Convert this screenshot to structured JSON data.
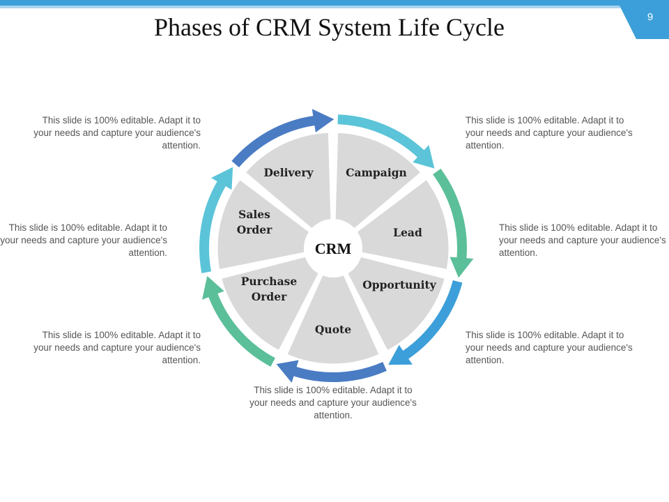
{
  "slide": {
    "title": "Phases of CRM System Life Cycle",
    "page_number": "9",
    "accent_color": "#3d9fd9"
  },
  "diagram": {
    "center_label": "CRM",
    "segment_fill": "#d9d9d9",
    "segments": [
      {
        "id": "campaign",
        "lines": [
          "Campaign"
        ],
        "arrow_color": "#5bc4d8"
      },
      {
        "id": "lead",
        "lines": [
          "Lead"
        ],
        "arrow_color": "#5bbf9a"
      },
      {
        "id": "opportunity",
        "lines": [
          "Opportunity"
        ],
        "arrow_color": "#3d9fd9"
      },
      {
        "id": "quote",
        "lines": [
          "Quote"
        ],
        "arrow_color": "#4a7cc4"
      },
      {
        "id": "purchase-order",
        "lines": [
          "Purchase",
          "Order"
        ],
        "arrow_color": "#5bbf9a"
      },
      {
        "id": "sales-order",
        "lines": [
          "Sales",
          "Order"
        ],
        "arrow_color": "#5bc4d8"
      },
      {
        "id": "delivery",
        "lines": [
          "Delivery"
        ],
        "arrow_color": "#4a7cc4"
      }
    ]
  },
  "descriptions": {
    "top_left": "This slide is 100% editable. Adapt it to your needs and capture your audience's attention.",
    "mid_left": "This slide is 100% editable. Adapt it to your needs and capture your audience's attention.",
    "bottom_left": "This slide is 100% editable. Adapt it to your needs and capture your audience's attention.",
    "top_right": "This slide is 100% editable. Adapt it to your needs and capture your audience's attention.",
    "mid_right": "This slide is 100% editable. Adapt it to your needs and capture your audience's attention.",
    "bottom_right": "This slide is 100% editable. Adapt it to your needs and capture your audience's attention.",
    "bottom_center": "This slide is 100% editable. Adapt it to your needs and capture your audience's attention."
  }
}
